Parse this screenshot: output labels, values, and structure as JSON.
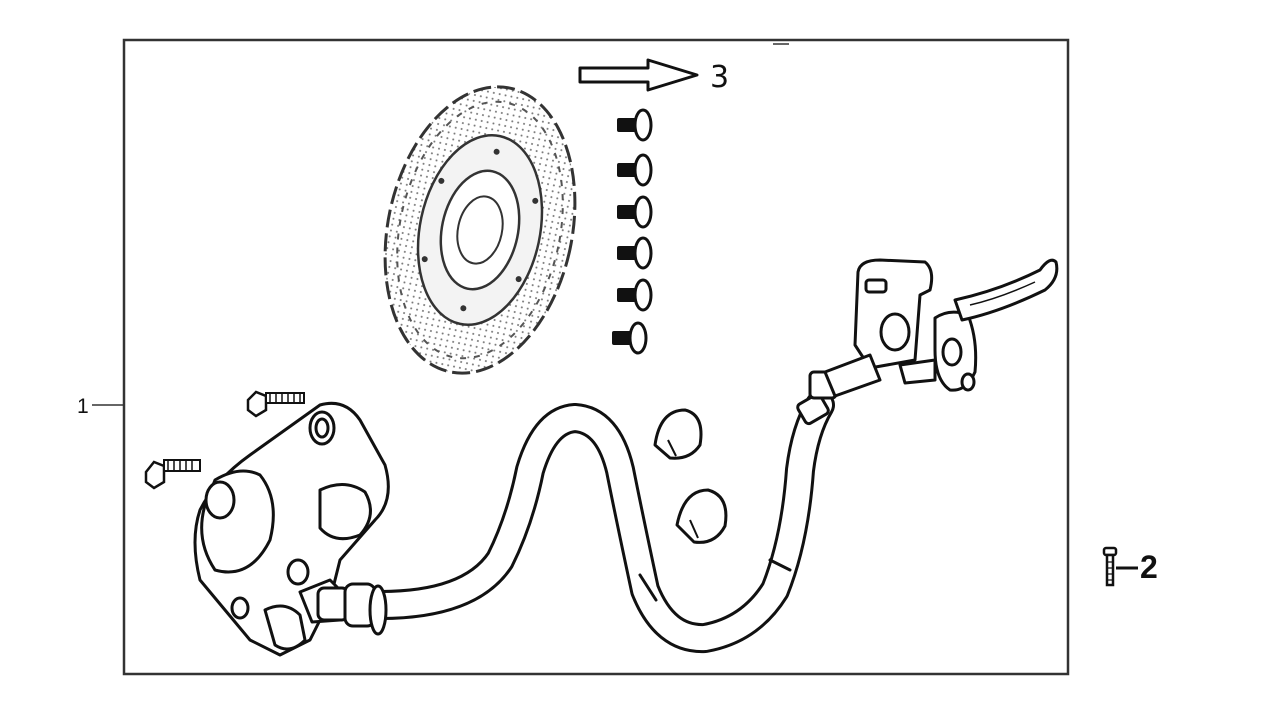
{
  "callouts": {
    "part_1": "1",
    "part_2": "2",
    "part_3": "3"
  },
  "colors": {
    "line": "#1a1a1a",
    "frame": "#333333",
    "background": "#ffffff"
  },
  "icons": [
    "brake-disc-icon",
    "disc-bolt-icon",
    "caliper-icon",
    "brake-hose-icon",
    "hose-clip-icon",
    "master-cylinder-icon",
    "brake-lever-icon",
    "mounting-bolt-icon",
    "arrow-icon"
  ]
}
